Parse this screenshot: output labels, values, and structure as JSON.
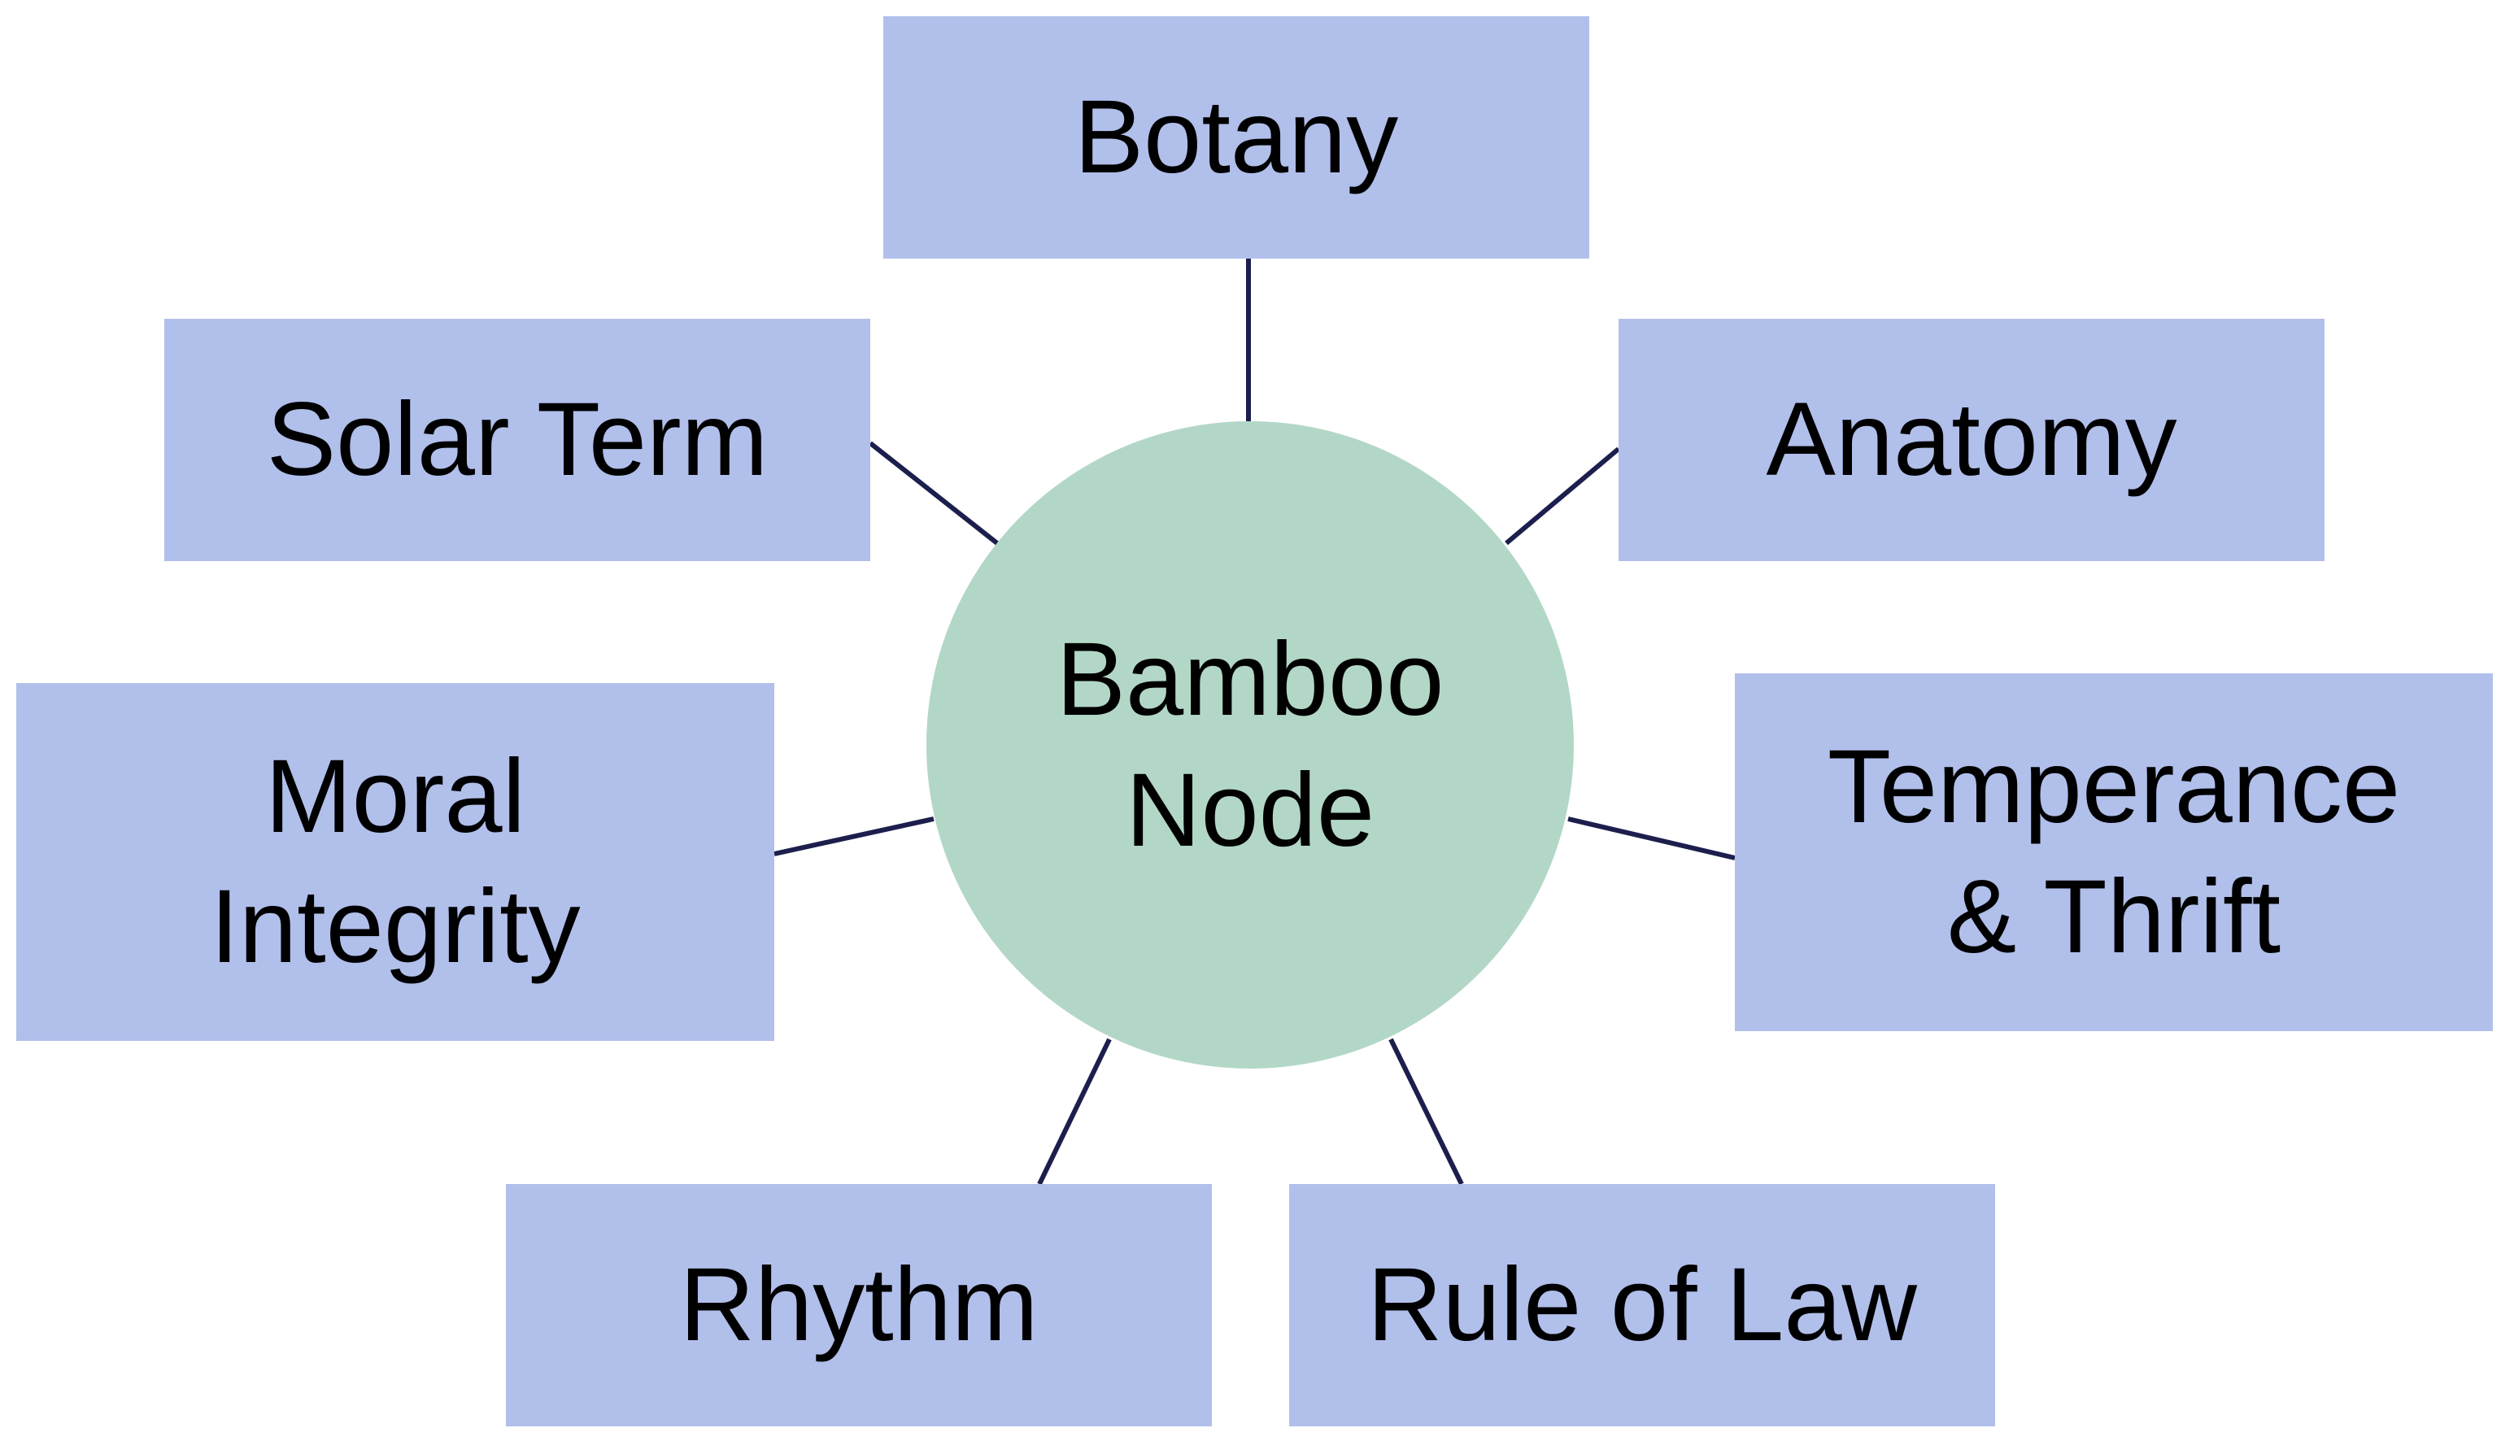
{
  "colors": {
    "box_fill": "#b1bfeb",
    "center_fill": "#b2d7c7",
    "connector": "#1c1f4d",
    "text": "#000000"
  },
  "center": {
    "lines": [
      "Bamboo",
      "Node"
    ]
  },
  "nodes": {
    "botany": {
      "lines": [
        "Botany"
      ]
    },
    "solar_term": {
      "lines": [
        "Solar Term"
      ]
    },
    "anatomy": {
      "lines": [
        "Anatomy"
      ]
    },
    "moral_integrity": {
      "lines": [
        "Moral",
        "Integrity"
      ]
    },
    "temperance_thrift": {
      "lines": [
        "Temperance",
        "& Thrift"
      ]
    },
    "rhythm": {
      "lines": [
        "Rhythm"
      ]
    },
    "rule_of_law": {
      "lines": [
        "Rule of Law"
      ]
    }
  }
}
